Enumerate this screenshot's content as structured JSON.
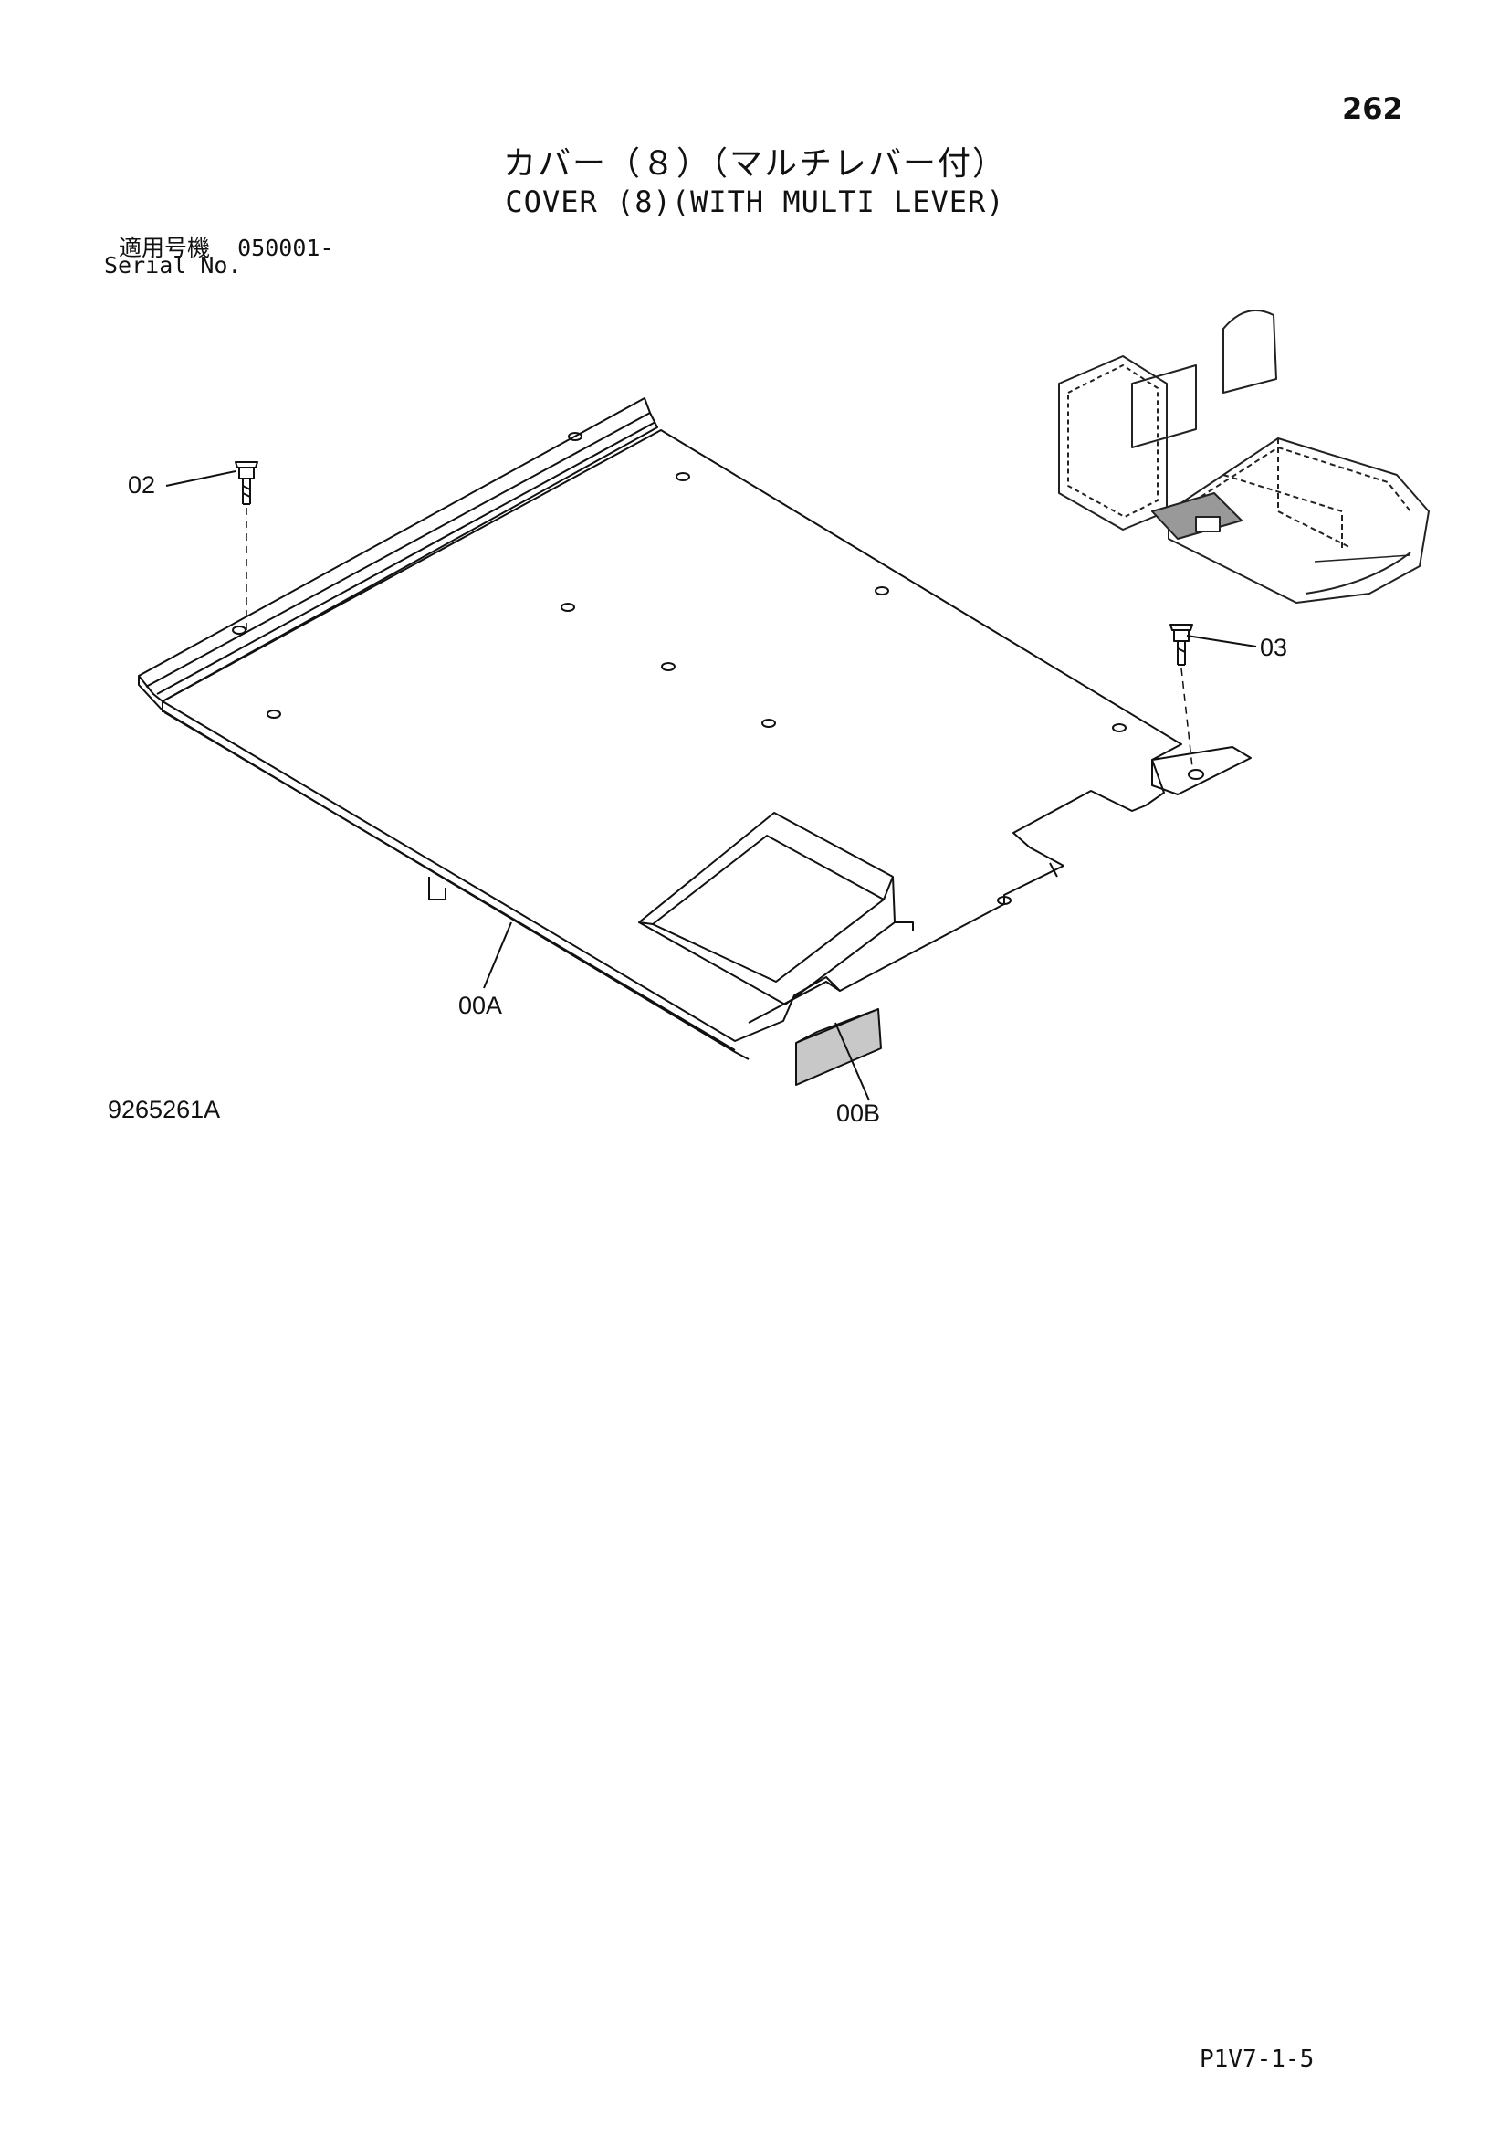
{
  "page_number": "262",
  "title": {
    "japanese": "カバー（８）（マルチレバー付）",
    "english": "COVER (8)(WITH MULTI LEVER)"
  },
  "serial": {
    "japanese_label": "適用号機",
    "value": "050001-",
    "english_label": "Serial No."
  },
  "callouts": {
    "bolt_left": "02",
    "bolt_right": "03",
    "cover_plate": "00A",
    "seal_piece": "00B"
  },
  "drawing_number": "9265261A",
  "footer_code": "P1V7-1-5"
}
